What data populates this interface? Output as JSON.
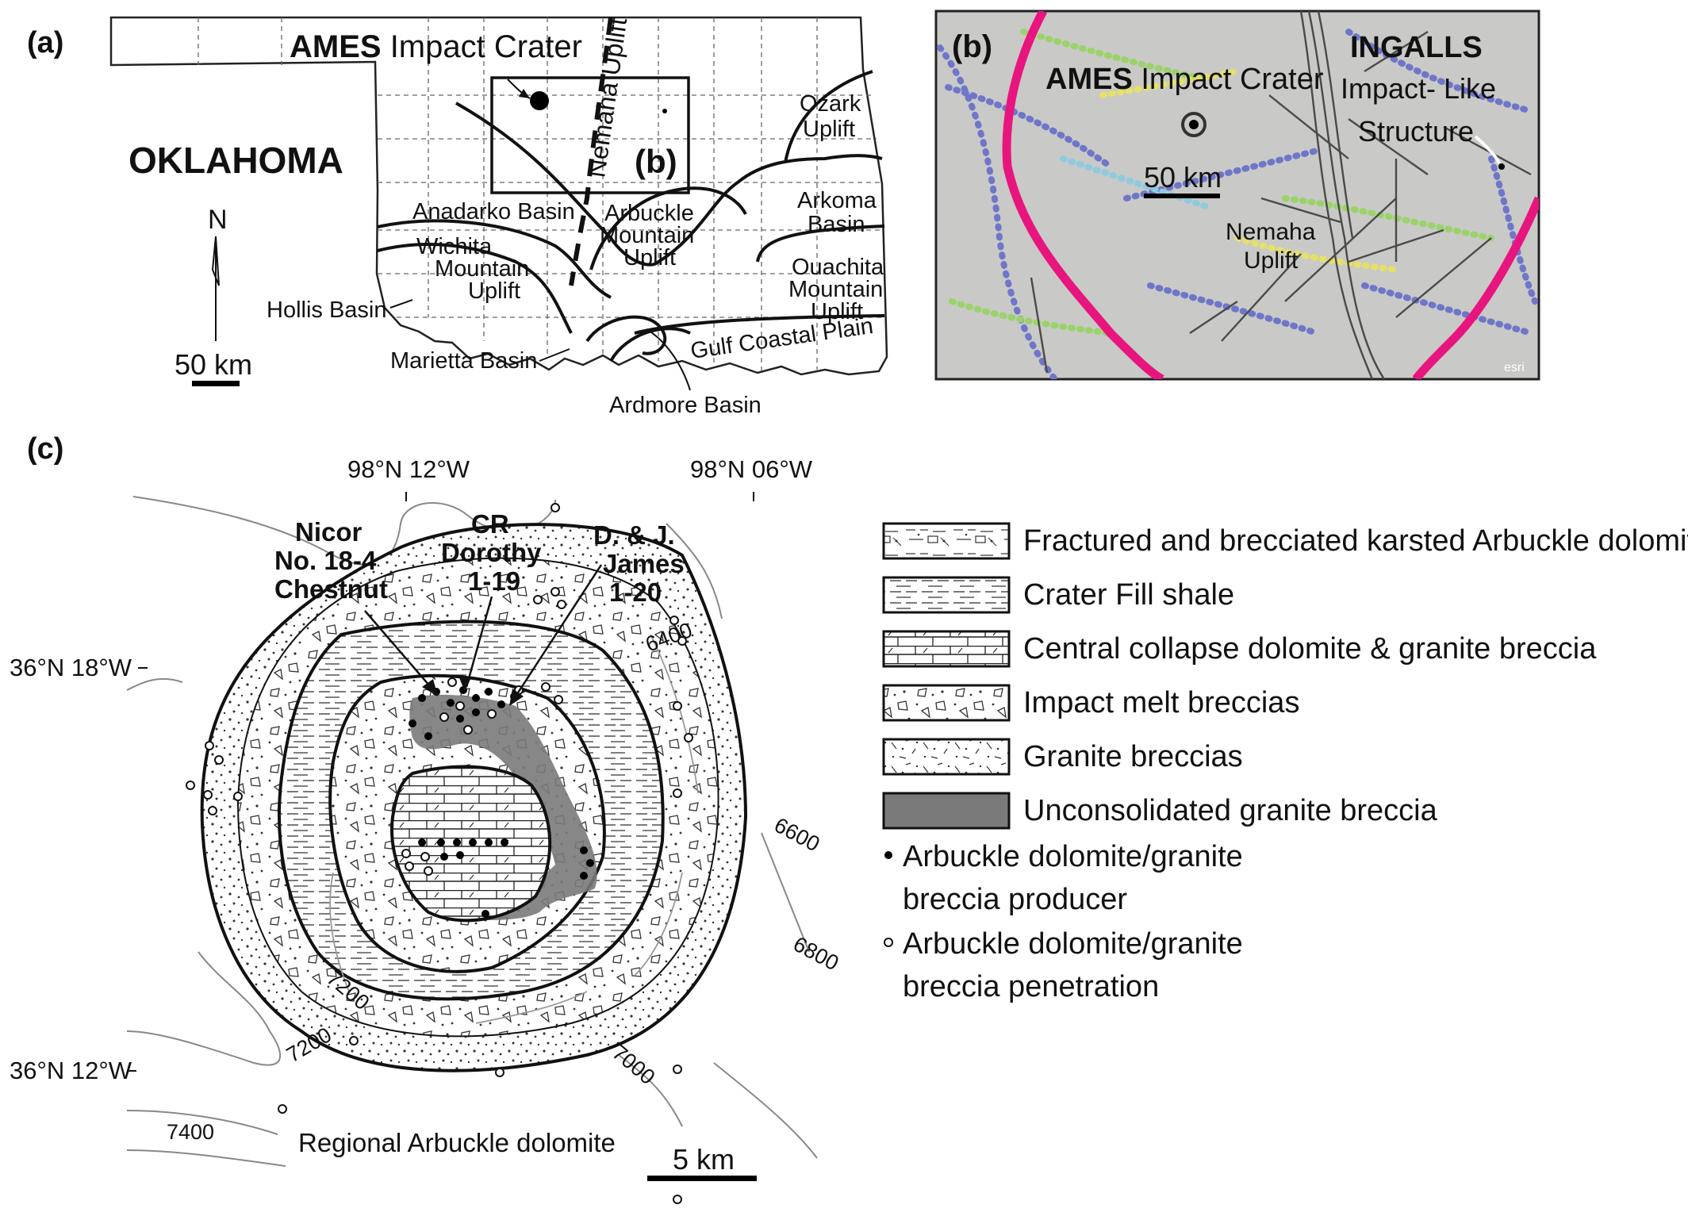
{
  "panel_a": {
    "label": "(a)",
    "state": "OKLAHOMA",
    "north": "N",
    "scale": "50 km",
    "crater_bold": "AMES",
    "crater_rest": " Impact Crater",
    "nemaha": "Nemaha Uplift",
    "inset_label": "(b)",
    "regions": {
      "ozark_1": "Ozark",
      "ozark_2": "Uplift",
      "anadarko": "Anadarko Basin",
      "arbuckle_1": "Arbuckle",
      "arbuckle_2": "Mountain",
      "arbuckle_3": "Uplift",
      "arkoma_1": "Arkoma",
      "arkoma_2": "Basin",
      "wichita_1": "Wichita",
      "wichita_2": "Mountain",
      "wichita_3": "Uplift",
      "ouachita_1": "Ouachita",
      "ouachita_2": "Mountain",
      "ouachita_3": "Uplift",
      "hollis": "Hollis Basin",
      "marietta": "Marietta Basin",
      "gulf": "Gulf Coastal Plain",
      "ardmore": "Ardmore Basin"
    }
  },
  "panel_b": {
    "label": "(b)",
    "crater_bold": "AMES",
    "crater_rest": " Impact Crater",
    "ingalls": "INGALLS",
    "ingalls_2": "Impact- Like",
    "ingalls_3": "Structure",
    "scale": "50 km",
    "nemaha_1": "Nemaha",
    "nemaha_2": "Uplift",
    "credit": "esri",
    "colors": {
      "background": "#c9c9c7",
      "ring": "#e8157e",
      "faults": "#4a4a4a"
    }
  },
  "panel_c": {
    "label": "(c)",
    "coords": {
      "top_left": "98°N 12°W",
      "top_right": "98°N 06°W",
      "left_upper": "36°N 18°W",
      "left_lower": "36°N 12°W"
    },
    "wells": {
      "nicor_1": "Nicor",
      "nicor_2": "No. 18-4",
      "nicor_3": "Chestnut",
      "cr_1": "CR",
      "cr_2": "Dorothy",
      "cr_3": "1-19",
      "dj_1": "D. & J.",
      "dj_2": "James",
      "dj_3": "1-20"
    },
    "contours": {
      "c6400": "6400",
      "c6600": "6600",
      "c6800": "6800",
      "c7000": "7000",
      "c7200a": "7200",
      "c7200b": "7200",
      "c7400": "7400"
    },
    "regional": "Regional Arbuckle dolomite",
    "scale": "5 km",
    "legend": {
      "fractured": "Fractured and brecciated karsted Arbuckle dolomite",
      "crater_fill": "Crater Fill shale",
      "central": "Central collapse dolomite & granite breccia",
      "melt": "Impact melt breccias",
      "granite": "Granite breccias",
      "unconsolidated": "Unconsolidated granite breccia",
      "producer_1": "Arbuckle dolomite/granite",
      "producer_2": "breccia producer",
      "penetration_1": "Arbuckle dolomite/granite",
      "penetration_2": "breccia penetration"
    }
  }
}
